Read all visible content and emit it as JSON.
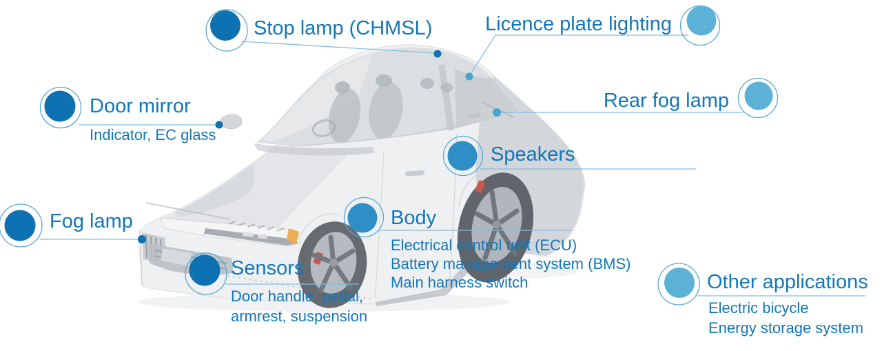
{
  "background_color": "#ffffff",
  "colors": {
    "label_text": "#1277bb",
    "dot_dark": "#0e72b2",
    "dot_medium": "#2e8ec6",
    "dot_light": "#5bb2d6",
    "marker_dark": "#0e72b2",
    "marker_light": "#46a4ce",
    "ring": "#55a8d4",
    "leader_line": "#85bcde",
    "car_body": "#edeff0"
  },
  "labels": [
    {
      "id": "stop-lamp",
      "title": "Stop lamp (CHMSL)",
      "subtitles": [],
      "dot_color": "#0e72b2"
    },
    {
      "id": "licence-plate",
      "title": "Licence plate lighting",
      "subtitles": [],
      "dot_color": "#5bb2d6"
    },
    {
      "id": "door-mirror",
      "title": "Door mirror",
      "subtitles": [
        "Indicator, EC glass"
      ],
      "dot_color": "#0e72b2"
    },
    {
      "id": "rear-fog-lamp",
      "title": "Rear fog lamp",
      "subtitles": [],
      "dot_color": "#5bb2d6"
    },
    {
      "id": "speakers",
      "title": "Speakers",
      "subtitles": [],
      "dot_color": "#2e8ec6"
    },
    {
      "id": "fog-lamp",
      "title": "Fog lamp",
      "subtitles": [],
      "dot_color": "#0e72b2"
    },
    {
      "id": "body",
      "title": "Body",
      "subtitles": [
        "Electrical control unit (ECU)",
        "Battery management system (BMS)",
        "Main harness switch"
      ],
      "dot_color": "#2e8ec6"
    },
    {
      "id": "sensors",
      "title": "Sensors",
      "subtitles": [
        "Door handle, pedal,",
        "armrest, suspension"
      ],
      "dot_color": "#0e72b2"
    },
    {
      "id": "other-applications",
      "title": "Other applications",
      "subtitles": [
        "Electric bicycle",
        "Energy storage system"
      ],
      "dot_color": "#5bb2d6"
    }
  ]
}
